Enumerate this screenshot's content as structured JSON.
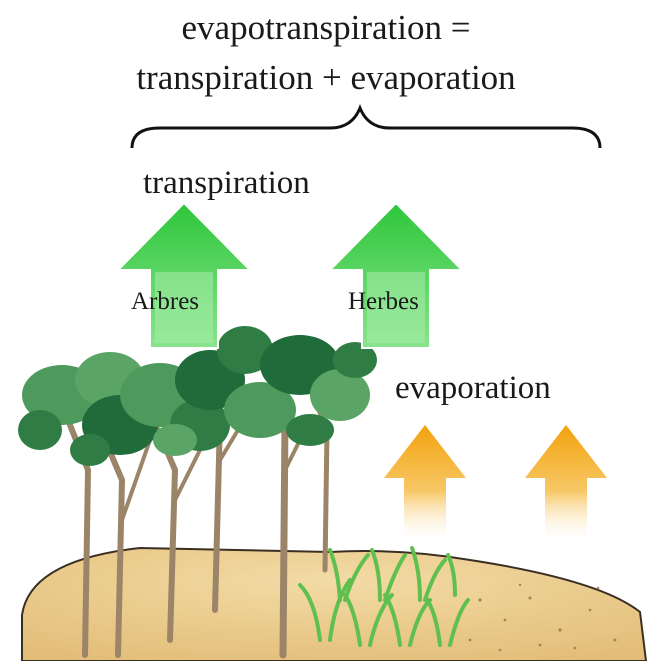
{
  "title": {
    "line1": "evapotranspiration =",
    "line2": "transpiration + evaporation"
  },
  "labels": {
    "transpiration": "transpiration",
    "evaporation": "evaporation",
    "arbres": "Arbres",
    "herbes": "Herbes"
  },
  "colors": {
    "arrow_green": "#2fbf3a",
    "arrow_green_light": "#8fe58f",
    "arrow_orange": "#f3a712",
    "soil": "#e9c98a",
    "tree_dark": "#1f6b3a",
    "tree_light": "#4e9a5c",
    "trunk": "#9b8468",
    "grass": "#5fbf4f"
  },
  "icons": {
    "transpiration_arrows": "up-arrow-icon",
    "evaporation_arrows": "up-arrow-icon"
  }
}
